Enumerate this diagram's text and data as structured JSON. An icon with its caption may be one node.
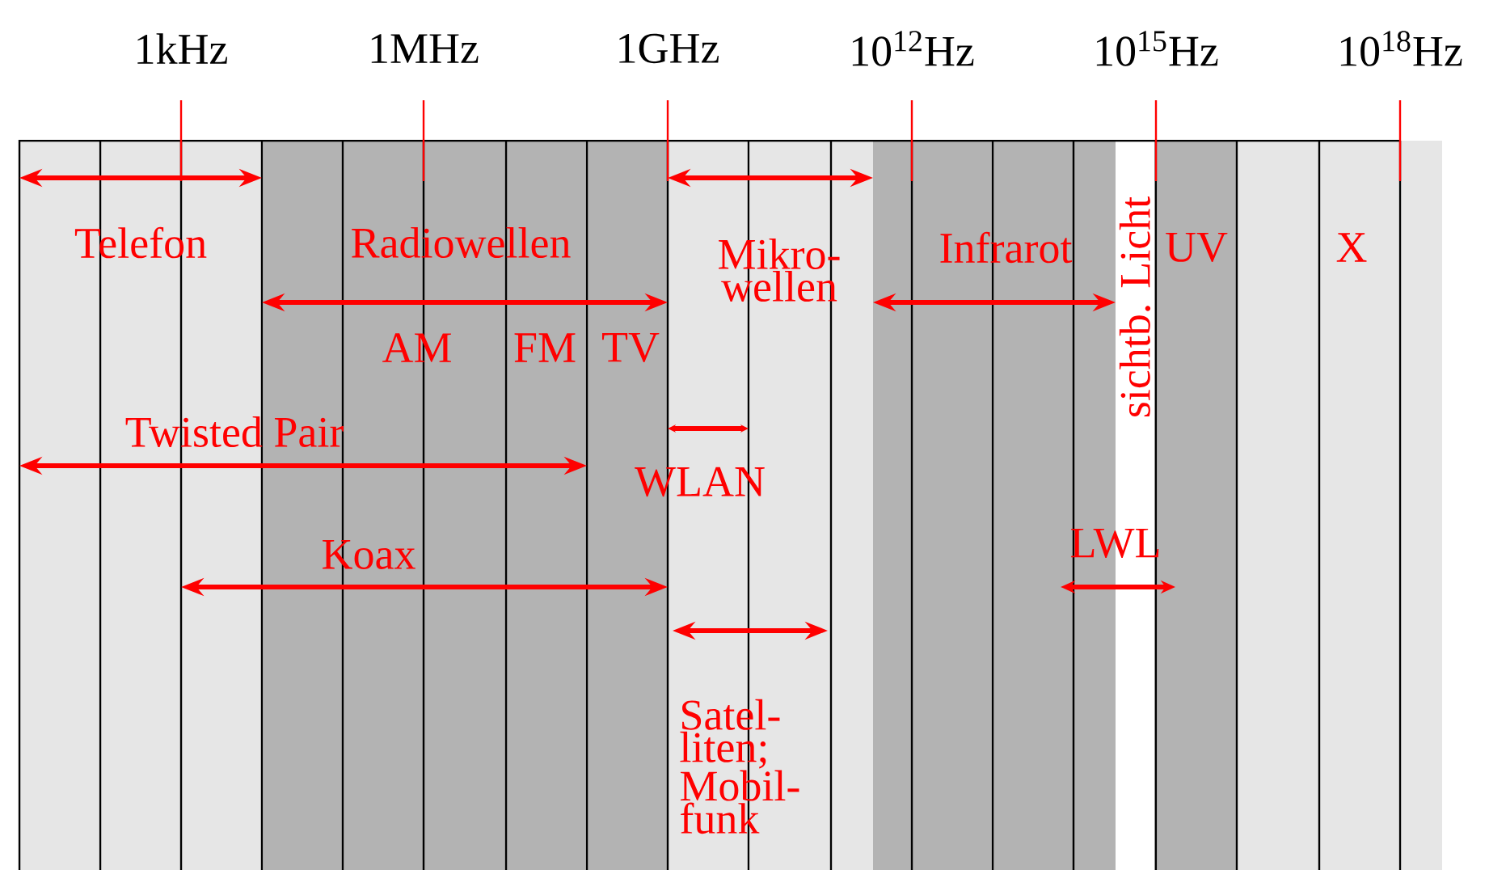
{
  "diagram": {
    "labels": [
      "1kHz",
      "1MHz",
      "1GHz",
      "10$^{12}$Hz",
      "10$^{15}$Hz",
      "10$^{18}$Hz",
      "Telefon",
      "Radiowellen",
      "Mikro- wellen",
      "Infrarot",
      "sichtb. Licht",
      "UV",
      "X",
      "AM",
      "FM",
      "TV",
      "Twisted Pair",
      "WLAN",
      "Koax",
      "LWL",
      "Satel- liten; Mobil- funk"
    ]
  }
}
